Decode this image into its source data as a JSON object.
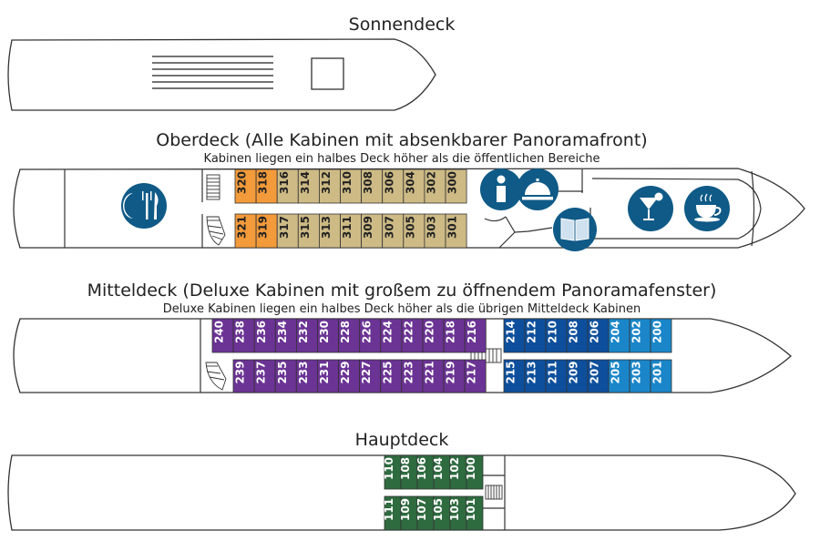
{
  "decks": {
    "sonnendeck": {
      "title": "Sonnendeck"
    },
    "oberdeck": {
      "title": "Oberdeck (Alle Kabinen mit absenkbarer Panoramafront)",
      "subtitle": "Kabinen liegen ein halbes Deck höher als die öffentlichen Bereiche",
      "cabins_top": [
        "320",
        "318",
        "316",
        "314",
        "312",
        "310",
        "308",
        "306",
        "304",
        "302",
        "300"
      ],
      "cabins_bottom": [
        "321",
        "319",
        "317",
        "315",
        "313",
        "311",
        "309",
        "307",
        "305",
        "303",
        "301"
      ],
      "category_top": [
        "orange",
        "orange",
        "tan",
        "tan",
        "tan",
        "tan",
        "tan",
        "tan",
        "tan",
        "tan",
        "tan"
      ],
      "category_bottom": [
        "orange",
        "orange",
        "tan",
        "tan",
        "tan",
        "tan",
        "tan",
        "tan",
        "tan",
        "tan",
        "tan"
      ],
      "icons": [
        "restaurant-icon",
        "info-icon",
        "reception-bell-icon",
        "library-book-icon",
        "bar-cocktail-icon",
        "cafe-cup-icon"
      ]
    },
    "mitteldeck": {
      "title": "Mitteldeck (Deluxe Kabinen mit großem zu öffnendem Panoramafenster)",
      "subtitle": "Deluxe Kabinen liegen ein halbes Deck höher als die übrigen Mitteldeck Kabinen",
      "cabins_top_purple": [
        "240",
        "238",
        "236",
        "234",
        "232",
        "230",
        "228",
        "226",
        "224",
        "222",
        "220",
        "218",
        "216"
      ],
      "cabins_bottom_purple": [
        "239",
        "237",
        "235",
        "233",
        "231",
        "229",
        "227",
        "225",
        "223",
        "221",
        "219",
        "217"
      ],
      "cabins_top_blue": [
        "214",
        "212",
        "210",
        "208",
        "206",
        "204",
        "202",
        "200"
      ],
      "cabins_bottom_blue": [
        "215",
        "213",
        "211",
        "209",
        "207",
        "205",
        "203",
        "201"
      ],
      "blue_category": [
        "dark",
        "dark",
        "dark",
        "dark",
        "dark",
        "light",
        "light",
        "light"
      ]
    },
    "hauptdeck": {
      "title": "Hauptdeck",
      "cabins_top": [
        "110",
        "108",
        "106",
        "104",
        "102",
        "100"
      ],
      "cabins_bottom": [
        "111",
        "109",
        "107",
        "105",
        "103",
        "101"
      ]
    }
  },
  "colors": {
    "orange": "#F39A3A",
    "tan": "#CDBA85",
    "purple": "#6B3394",
    "dark_blue": "#0D4F9C",
    "light_blue": "#1A86C9",
    "green": "#2E6B3F",
    "icon_blue": "#0F5A87"
  }
}
